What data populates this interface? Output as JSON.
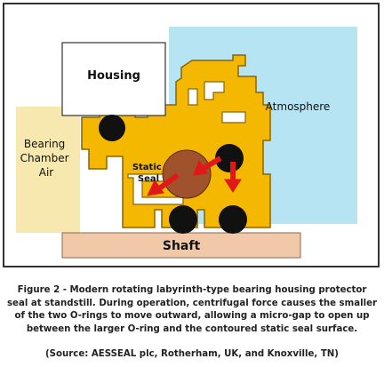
{
  "diagram": {
    "labels": {
      "housing": "Housing",
      "atmosphere": "Atmosphere",
      "bearing_chamber_air": [
        "Bearing",
        "Chamber",
        "Air"
      ],
      "static_seal": [
        "Static",
        "Seal"
      ],
      "shaft": "Shaft"
    },
    "colors": {
      "seal_body": "#f5b800",
      "seal_outline": "#8a6400",
      "atmosphere_zone": "#b6e4f2",
      "bearing_chamber_zone": "#f7e8b0",
      "shaft": "#f2c9a8",
      "oring_black": "#111111",
      "oring_brown": "#a0522d",
      "arrow": "#e01818",
      "housing": "#ffffff"
    }
  },
  "caption": {
    "lines": [
      "Figure 2 - Modern rotating labyrinth-type bearing housing protector",
      "seal at standstill. During operation, centrifugal force causes the smaller",
      "of the two O-rings to move outward, allowing a micro-gap to open up",
      "between the larger O-ring and the contoured static seal surface."
    ],
    "source": "(Source: AESSEAL plc, Rotherham, UK, and Knoxville, TN)"
  }
}
